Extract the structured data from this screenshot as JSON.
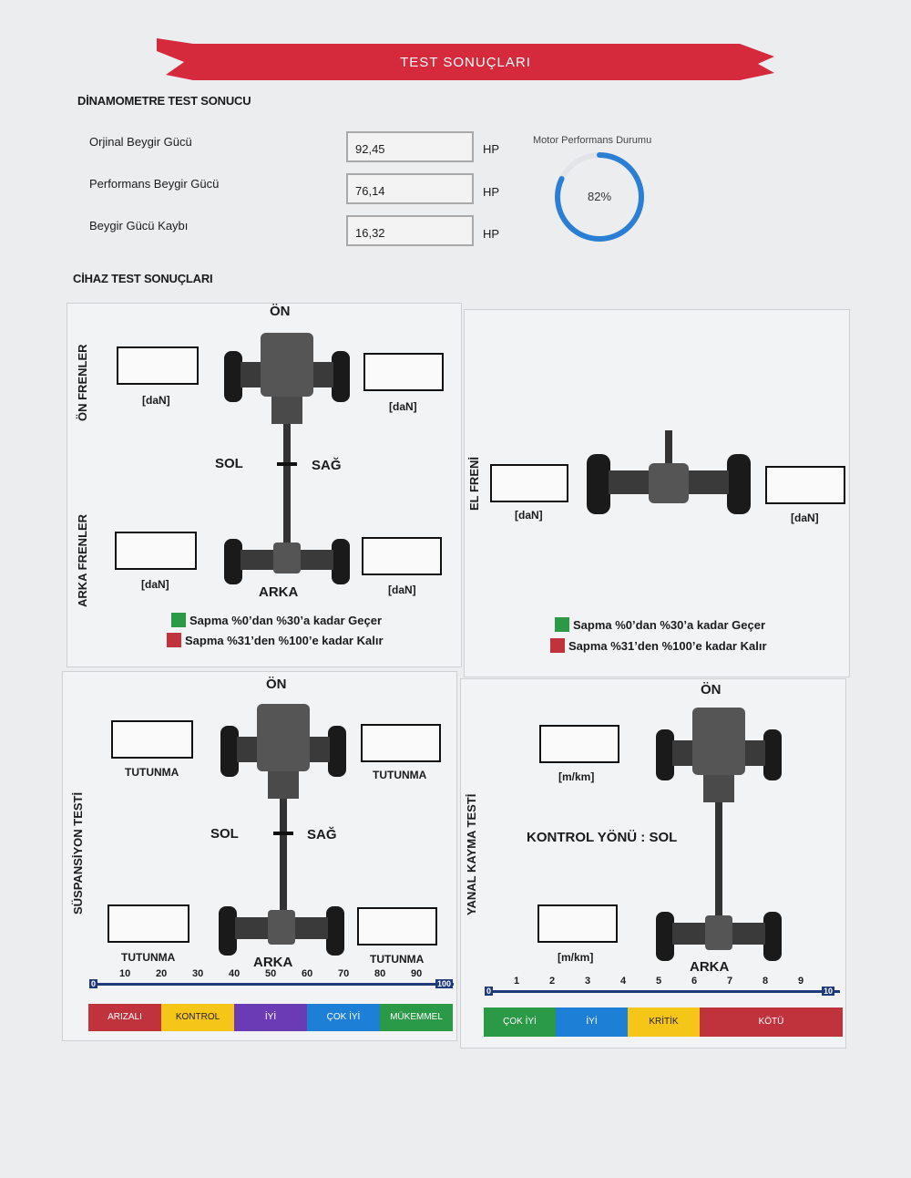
{
  "header": {
    "title": "TEST SONUÇLARI"
  },
  "dyno": {
    "title": "DİNAMOMETRE TEST SONUCU",
    "rows": [
      {
        "label": "Orjinal Beygir Gücü",
        "value": "92,45",
        "unit": "HP"
      },
      {
        "label": "Performans Beygir Gücü",
        "value": "76,14",
        "unit": "HP"
      },
      {
        "label": "Beygir Gücü Kaybı",
        "value": "16,32",
        "unit": "HP"
      }
    ],
    "gauge": {
      "title": "Motor Performans Durumu",
      "percent_label": "82%",
      "percent": 82,
      "color": "#2a7fd4"
    }
  },
  "device": {
    "title": "CİHAZ TEST SONUÇLARI",
    "brakes": {
      "front_side": "ÖN FRENLER",
      "rear_side": "ARKA FRENLER",
      "top": "ÖN",
      "bottom": "ARKA",
      "left": "SOL",
      "right": "SAĞ",
      "unit_fl": "[daN]",
      "unit_fr": "[daN]",
      "unit_rl": "[daN]",
      "unit_rr": "[daN]",
      "legend_pass": "Sapma %0’dan %30’a kadar Geçer",
      "legend_fail": "Sapma %31’den %100’e kadar Kalır"
    },
    "handbrake": {
      "side": "EL FRENİ",
      "unit_l": "[daN]",
      "unit_r": "[daN]",
      "legend_pass": "Sapma %0’dan %30’a kadar Geçer",
      "legend_fail": "Sapma %31’den %100’e kadar Kalır"
    },
    "suspension": {
      "side": "SÜSPANSİYON TESTİ",
      "top": "ÖN",
      "bottom": "ARKA",
      "left": "SOL",
      "right": "SAĞ",
      "label_fl": "TUTUNMA",
      "label_fr": "TUTUNMA",
      "label_rl": "TUTUNMA",
      "label_rr": "TUTUNMA",
      "scale_ticks": [
        "0",
        "10",
        "20",
        "30",
        "40",
        "50",
        "60",
        "70",
        "80",
        "90",
        "100"
      ],
      "bands": [
        {
          "label": "ARIZALI",
          "color": "#c0323c"
        },
        {
          "label": "KONTROL",
          "color": "#f5c518"
        },
        {
          "label": "İYİ",
          "color": "#6b3bb5"
        },
        {
          "label": "ÇOK İYİ",
          "color": "#1e7fd6"
        },
        {
          "label": "MÜKEMMEL",
          "color": "#2a9a46"
        }
      ]
    },
    "sideslip": {
      "side": "YANAL KAYMA TESTİ",
      "top": "ÖN",
      "bottom": "ARKA",
      "direction": "KONTROL YÖNÜ : SOL",
      "unit_top": "[m/km]",
      "unit_bottom": "[m/km]",
      "scale_ticks": [
        "0",
        "1",
        "2",
        "3",
        "4",
        "5",
        "6",
        "7",
        "8",
        "9",
        "10"
      ],
      "bands": [
        {
          "label": "ÇOK İYİ",
          "color": "#2a9a46"
        },
        {
          "label": "İYİ",
          "color": "#1e7fd6"
        },
        {
          "label": "KRİTİK",
          "color": "#f5c518"
        },
        {
          "label": "KÖTÜ",
          "color": "#c0323c"
        }
      ]
    }
  }
}
